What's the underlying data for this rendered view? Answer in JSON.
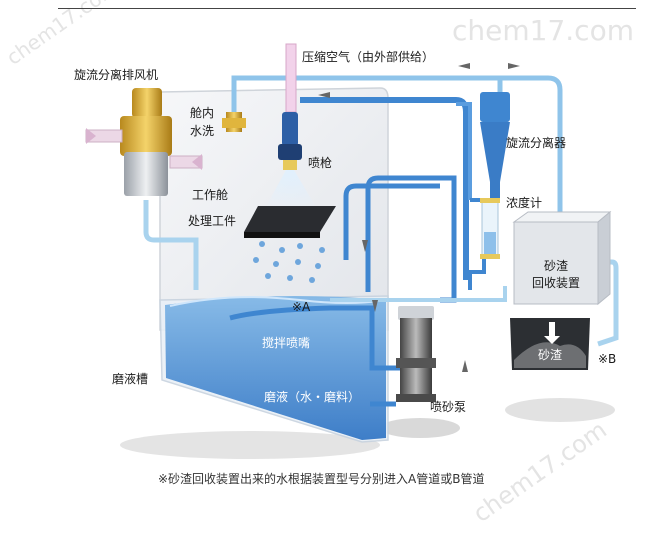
{
  "watermark": "chem17.com",
  "labels": {
    "cyclone_exhaust_fan": "旋流分离排风机",
    "compressed_air": "压缩空气（由外部供给）",
    "cabin_wash": "舱内\n水洗",
    "spray_gun": "喷枪",
    "cyclone_separator": "旋流分离器",
    "work_cabin": "工作舱",
    "workpiece": "处理工件",
    "concentration_meter": "浓度计",
    "residue_recovery": "砂渣\n回收装置",
    "pipe_a": "※A",
    "stirring_nozzle": "搅拌喷嘴",
    "residue": "砂渣",
    "pipe_b": "※B",
    "slurry_tank": "磨液槽",
    "slurry": "磨液（水・磨料）",
    "blast_pump": "喷砂泵"
  },
  "footnote": "※砂渣回收装置出来的水根据装置型号分别进入A管道或B管道",
  "colors": {
    "pipe_blue": "#4a90d9",
    "pipe_light": "#a9d3ee",
    "water": "#3f86d0",
    "tank_glass": "#eef1f4"
  }
}
